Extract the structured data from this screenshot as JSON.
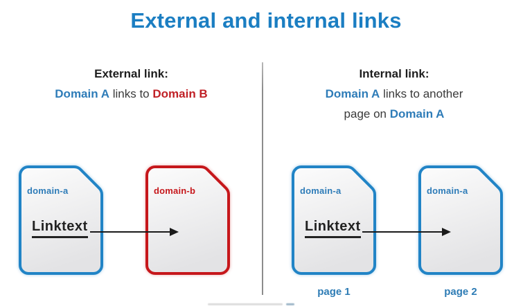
{
  "title": "External and internal links",
  "colors": {
    "title_blue": "#1b7ec2",
    "domain_blue": "#2e7cb8",
    "domain_red": "#c02026",
    "doc_border_blue": "#2184c6",
    "doc_border_red": "#c6171b",
    "text_dark": "#1d1d1d",
    "arrow_black": "#1a1a1a",
    "divider_gray": "#8c8c8c",
    "page_label_blue": "#2e7cb5",
    "doc_fill_top": "#fcfcfc",
    "doc_fill_bottom": "#e3e3e5"
  },
  "sections": {
    "external": {
      "heading": "External link:",
      "part1": "Domain A",
      "part2": " links to ",
      "part3": "Domain B"
    },
    "internal": {
      "heading": "Internal link:",
      "line1_part1": "Domain A",
      "line1_part2": " links to another",
      "line2_part1": "page on ",
      "line2_part2": "Domain A"
    }
  },
  "documents": [
    {
      "label": "domain-a",
      "variant": "blue",
      "linktext": "Linktext"
    },
    {
      "label": "domain-b",
      "variant": "red"
    },
    {
      "label": "domain-a",
      "variant": "blue",
      "linktext": "Linktext",
      "page_label": "page 1"
    },
    {
      "label": "domain-a",
      "variant": "blue",
      "page_label": "page 2"
    }
  ]
}
